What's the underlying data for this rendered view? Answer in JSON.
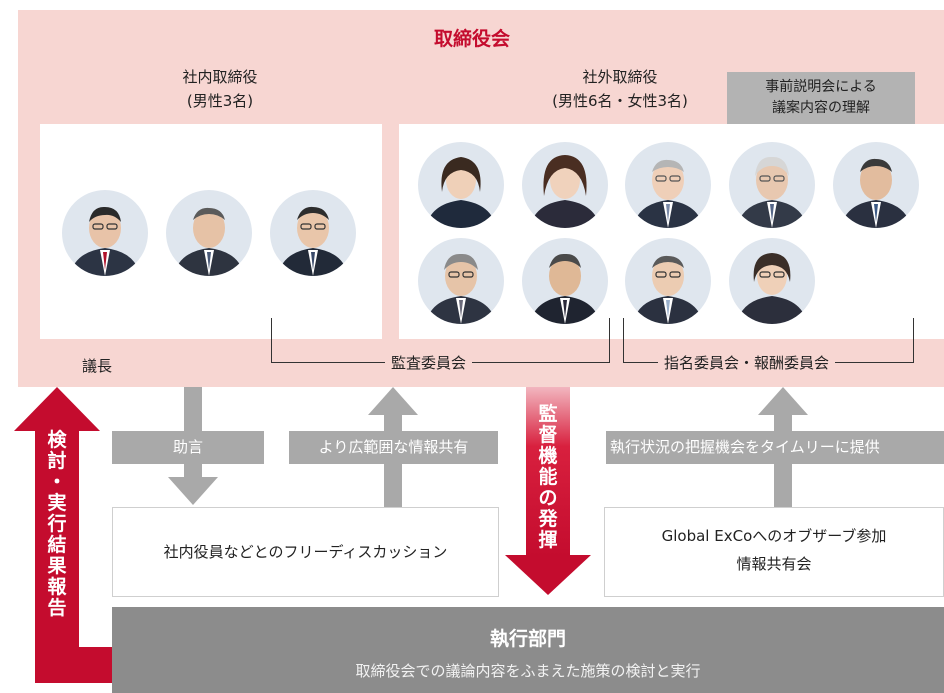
{
  "board": {
    "title": "取締役会",
    "internal": {
      "label": "社内取締役",
      "composition": "(男性3名)"
    },
    "external": {
      "label": "社外取締役",
      "composition": "(男性6名・女性3名)"
    },
    "note": [
      "事前説明会による",
      "議案内容の理解"
    ],
    "chair": "議長",
    "audit_committee": "監査委員会",
    "nomination_committee": "指名委員会・報酬委員会"
  },
  "flows": {
    "advice": "助言",
    "broader_sharing": "より広範囲な情報共有",
    "timely_info": "執行状況の把握機会をタイムリーに提供",
    "oversight": [
      "監",
      "督",
      "機",
      "能",
      "の",
      "発",
      "揮"
    ],
    "report": [
      "検",
      "討",
      "・",
      "実",
      "行",
      "結",
      "果",
      "報",
      "告"
    ]
  },
  "boxes": {
    "free_discussion": "社内役員などとのフリーディスカッション",
    "exco_observer": "Global ExCoへのオブザーブ参加",
    "info_sharing": "情報共有会"
  },
  "execution": {
    "title": "執行部門",
    "subtitle": "取締役会での議論内容をふまえた施策の検討と実行"
  },
  "colors": {
    "red": "#c40c2e",
    "pink": "#f7d6d2",
    "gray": "#a9a9a9",
    "dark_gray": "#8c8c8c"
  }
}
